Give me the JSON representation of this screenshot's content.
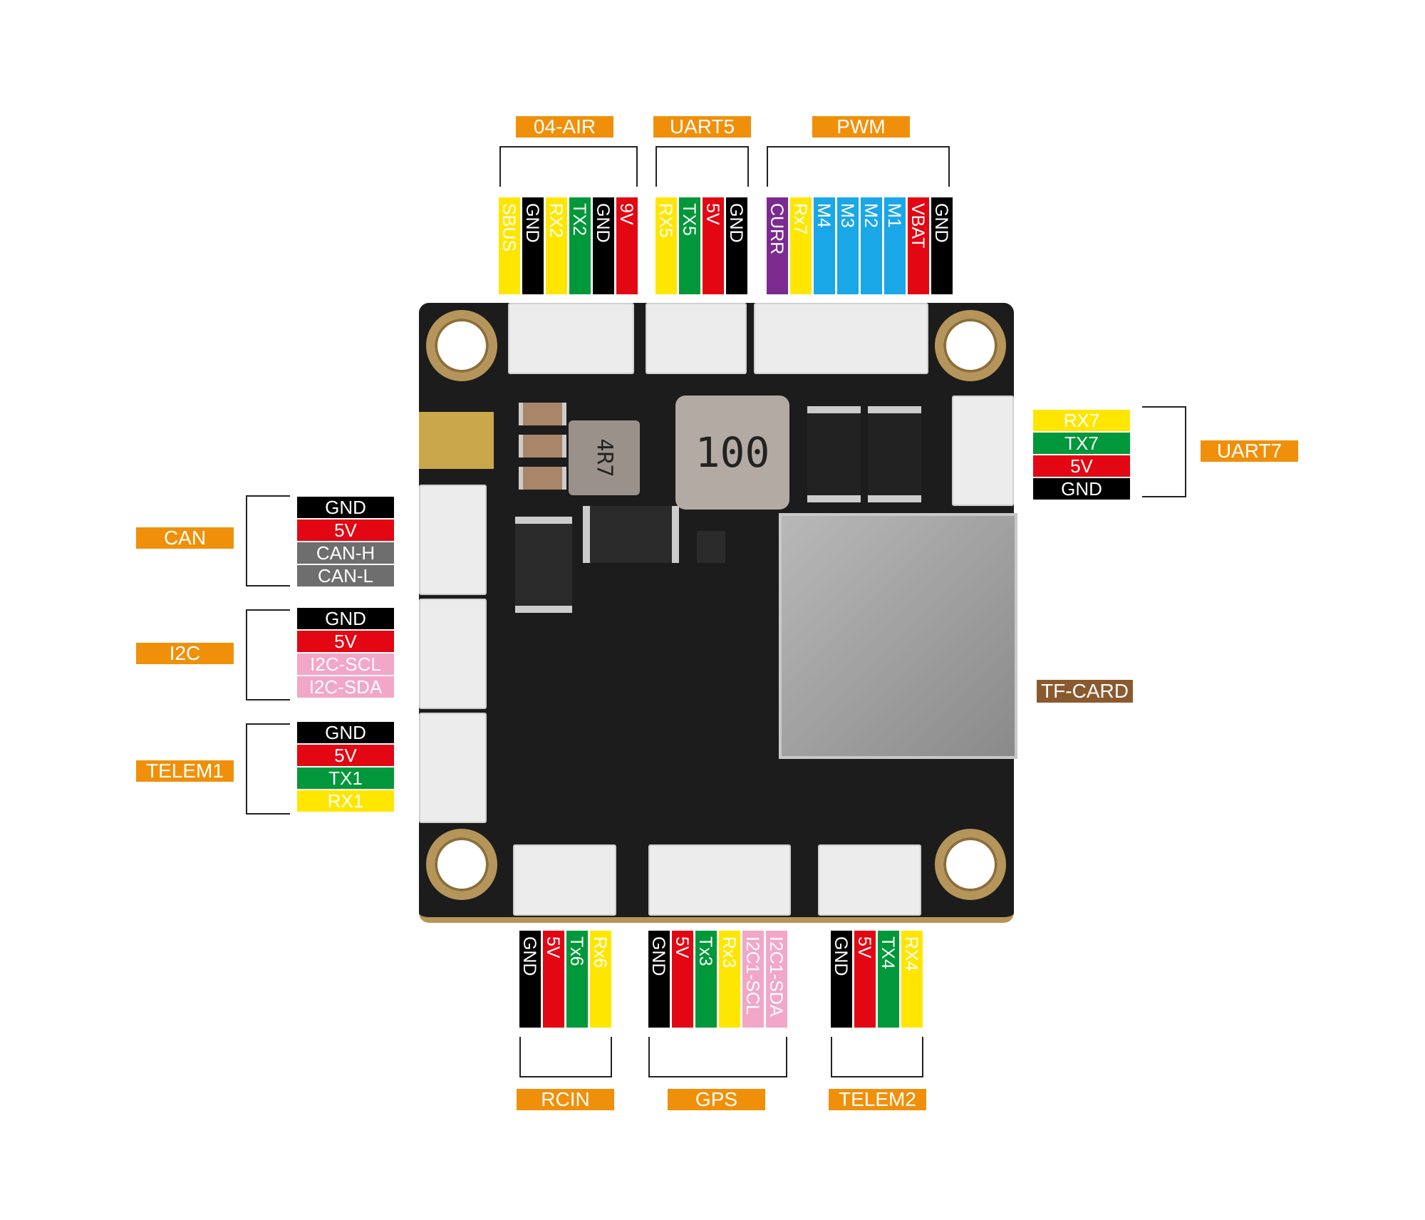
{
  "groups": {
    "o4air": "04-AIR",
    "uart5": "UART5",
    "pwm": "PWM",
    "uart7": "UART7",
    "can": "CAN",
    "i2c": "I2C",
    "telem1": "TELEM1",
    "tfcard": "TF-CARD",
    "rcin": "RCIN",
    "gps": "GPS",
    "telem2": "TELEM2"
  },
  "top": {
    "o4air": [
      "SBUS",
      "GND",
      "RX2",
      "TX2",
      "GND",
      "9V"
    ],
    "uart5": [
      "RX5",
      "TX5",
      "5V",
      "GND"
    ],
    "pwm": [
      "CURR",
      "Rx7",
      "M4",
      "M3",
      "M2",
      "M1",
      "VBAT",
      "GND"
    ]
  },
  "right": {
    "uart7": [
      "RX7",
      "TX7",
      "5V",
      "GND"
    ]
  },
  "left": {
    "can": [
      "GND",
      "5V",
      "CAN-H",
      "CAN-L"
    ],
    "i2c": [
      "GND",
      "5V",
      "I2C-SCL",
      "I2C-SDA"
    ],
    "telem1": [
      "GND",
      "5V",
      "TX1",
      "RX1"
    ]
  },
  "bottom": {
    "rcin": [
      "GND",
      "5V",
      "Tx6",
      "Rx6"
    ],
    "gps": [
      "GND",
      "5V",
      "Tx3",
      "Rx3",
      "I2C1-SCL",
      "I2C1-SDA"
    ],
    "telem2": [
      "GND",
      "5V",
      "TX4",
      "RX4"
    ]
  },
  "board": {
    "inductor_small": "4R7",
    "inductor_large": "100"
  },
  "colors": {
    "tag_orange": "#f0900a",
    "tag_brown": "#8a5a2e",
    "black": "#000000",
    "red": "#e30613",
    "yellow": "#ffe600",
    "green": "#00983a",
    "blue": "#1aa7e8",
    "purple": "#7b2a90",
    "gray": "#6e6e6e",
    "pink": "#f2a7c8",
    "pcb": "#1a1a1a"
  }
}
